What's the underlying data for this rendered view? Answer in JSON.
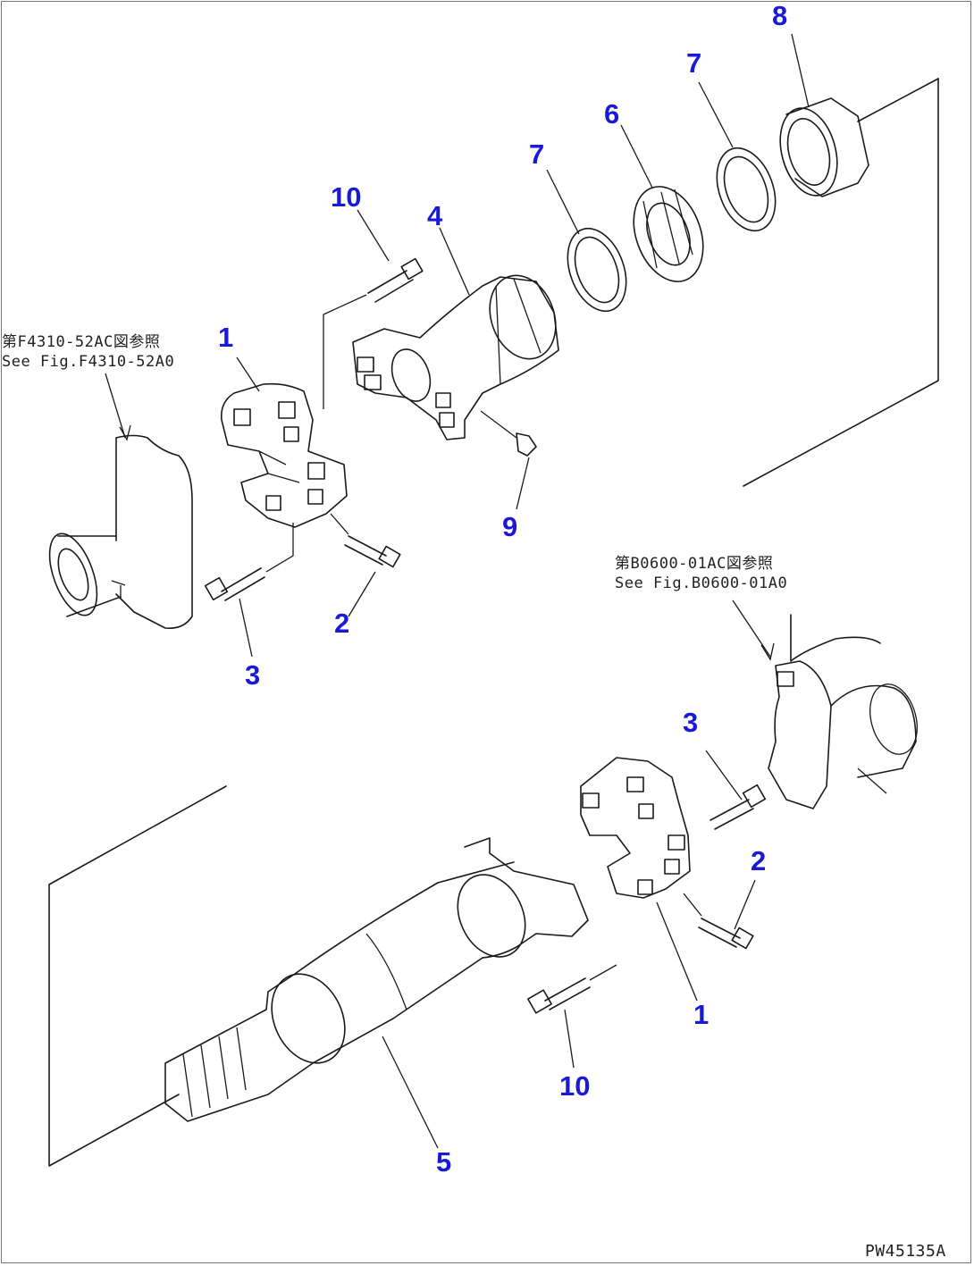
{
  "diagram": {
    "drawing_code": "PW45135A",
    "callout_color": "#1a1ad6",
    "line_color": "#1a1a1a",
    "references": [
      {
        "jp": "第F4310-52AC図参照",
        "en": "See Fig.F4310-52A0"
      },
      {
        "jp": "第B0600-01AC図参照",
        "en": "See Fig.B0600-01A0"
      }
    ],
    "upper_callouts": [
      "1",
      "2",
      "3",
      "4",
      "6",
      "7",
      "7",
      "8",
      "9",
      "10"
    ],
    "lower_callouts": [
      "1",
      "2",
      "3",
      "5",
      "10"
    ]
  }
}
